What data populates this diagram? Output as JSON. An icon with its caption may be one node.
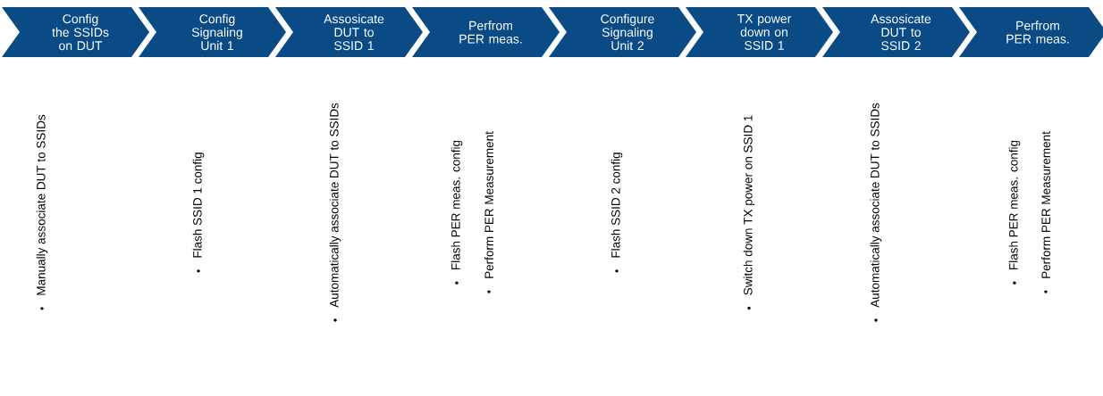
{
  "diagram": {
    "nodes": [
      {
        "text": [
          "Config the SSIDs on DUT"
        ]
      },
      {
        "text": [
          "Config Signaling Unit 1"
        ]
      },
      {
        "text": [
          "Assosicate DUT to SSID 1"
        ]
      },
      {
        "text": [
          "Perfrom PER meas."
        ]
      },
      {
        "text": [
          "Configure Signaling Unit 2"
        ]
      },
      {
        "text": [
          "TX power down on SSID 1"
        ]
      },
      {
        "text": [
          "Assosicate DUT to SSID 2"
        ]
      },
      {
        "text": [
          "Perfrom PER meas."
        ]
      }
    ],
    "labels": [
      "Manually associate DUT  to SSIDs",
      "Flash SSID 1 config",
      "Automatically associate DUT  to SSIDs",
      "Flash PER meas. config",
      "Perform PER Measurement",
      "Flash SSID 2 config",
      "Switch down TX power on SSID 1",
      "Automatically associate DUT  to SSIDs",
      "Flash PER meas. config",
      "Perform PER Measurement"
    ]
  }
}
